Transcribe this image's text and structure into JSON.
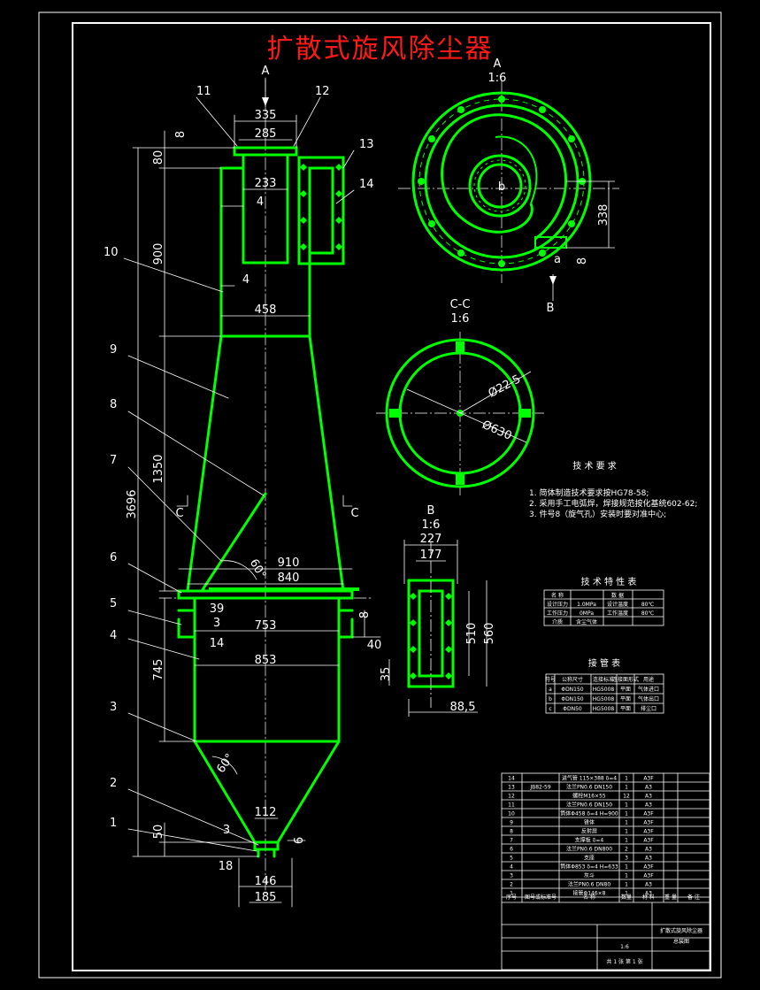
{
  "title": "扩散式旋风除尘器",
  "colors": {
    "frame": "#ffffff",
    "body": "#00ff00",
    "dim": "#ffffff",
    "center": "#ffffff",
    "title": "#ff2020",
    "hatch": "#00ff00"
  },
  "views": {
    "section_a": {
      "label": "A",
      "scale": "1:6",
      "dims": [
        "338",
        "8"
      ],
      "marks": [
        "a",
        "b"
      ],
      "view_arrow": "B"
    },
    "section_c": {
      "label": "C-C",
      "scale": "1:6",
      "dims": [
        "Ø22 5",
        "Ø630"
      ]
    },
    "section_b": {
      "label": "B",
      "scale": "1:6",
      "dims": [
        "227",
        "177",
        "510",
        "560",
        "35",
        "88,5"
      ]
    }
  },
  "main_view": {
    "view_arrow": "A",
    "cut_label": "C",
    "angle_60": "60°",
    "dims": {
      "d335": "335",
      "d285": "285",
      "d8_top": "8",
      "d80": "80",
      "d233": "233",
      "d4a": "4",
      "d900": "900",
      "d4b": "4",
      "d458": "458",
      "d1350": "1350",
      "d3696": "3696",
      "d910": "910",
      "d840": "840",
      "d39": "39",
      "d3a": "3",
      "d753": "753",
      "d14": "14",
      "d853": "853",
      "d8_side": "8",
      "d40": "40",
      "d745": "745",
      "d112": "112",
      "d3b": "3",
      "d50": "50",
      "d6": "6",
      "d18": "18",
      "d146": "146",
      "d185": "185"
    },
    "callouts": [
      "1",
      "2",
      "3",
      "4",
      "5",
      "6",
      "7",
      "8",
      "9",
      "10",
      "11",
      "12",
      "13",
      "14"
    ]
  },
  "tech_notes": {
    "heading": "技 术 要 求",
    "items": [
      "1. 简体制造技术要求按HG78-58;",
      "2. 采用手工电弧焊，焊接规范按化基统602-62;",
      "3. 件号8（旋气孔）安装时要对准中心;"
    ]
  },
  "tech_char": {
    "heading": "技 术 特 性 表",
    "rows": [
      [
        "名 称",
        "",
        "数 据",
        ""
      ],
      [
        "设计压力",
        "1.0MPa",
        "设计温度",
        "80℃"
      ],
      [
        "工作压力",
        "0MPa",
        "工作温度",
        "80℃"
      ],
      [
        "介质",
        "含尘气体",
        "",
        ""
      ]
    ]
  },
  "nozzle_table": {
    "heading": "接 管 表",
    "rows": [
      [
        "符号",
        "公称尺寸",
        "连接标准",
        "连接面形式",
        "用途"
      ],
      [
        "a",
        "ΦDN150",
        "HG5008",
        "平面",
        "气体进口"
      ],
      [
        "b",
        "ΦDN150",
        "HG5008",
        "平面",
        "气体出口"
      ],
      [
        "c",
        "ΦDN50",
        "HG5008",
        "平面",
        "排尘口"
      ]
    ]
  },
  "parts_list": {
    "rows": [
      [
        "14",
        "",
        "进气管 115×388 δ=4",
        "1",
        "A3F"
      ],
      [
        "13",
        "JB82-59",
        "法兰PN0.6 DN150",
        "1",
        "A3"
      ],
      [
        "12",
        "",
        "螺栓M16×55",
        "12",
        "A3"
      ],
      [
        "11",
        "",
        "法兰PN0.6 DN150",
        "1",
        "A3"
      ],
      [
        "10",
        "",
        "筒体Φ458 δ=4 H=900",
        "1",
        "A3F"
      ],
      [
        "9",
        "",
        "锥体",
        "1",
        "A3F"
      ],
      [
        "8",
        "",
        "反射屏",
        "1",
        "A3F"
      ],
      [
        "7",
        "",
        "支撑板 δ=4",
        "1",
        "A3F"
      ],
      [
        "6",
        "",
        "法兰PN0.6 DN800",
        "2",
        "A3"
      ],
      [
        "5",
        "",
        "支座",
        "3",
        "A3"
      ],
      [
        "4",
        "",
        "筒体Φ853 δ=4 H=633",
        "1",
        "A3F"
      ],
      [
        "3",
        "",
        "灰斗",
        "1",
        "A3F"
      ],
      [
        "2",
        "",
        "法兰PN0.6 DN80",
        "1",
        "A3"
      ],
      [
        "1",
        "",
        "接管Φ146×8",
        "1",
        "A3"
      ]
    ],
    "header": [
      "序号",
      "图号或标准号",
      "名 称",
      "数量",
      "材 料",
      "重 量",
      "备 注"
    ],
    "title_block": {
      "name": "扩散式旋风除尘器",
      "drawing": "总装图",
      "scale": "1:6",
      "sheet": "共 1 张 第 1 张"
    }
  }
}
